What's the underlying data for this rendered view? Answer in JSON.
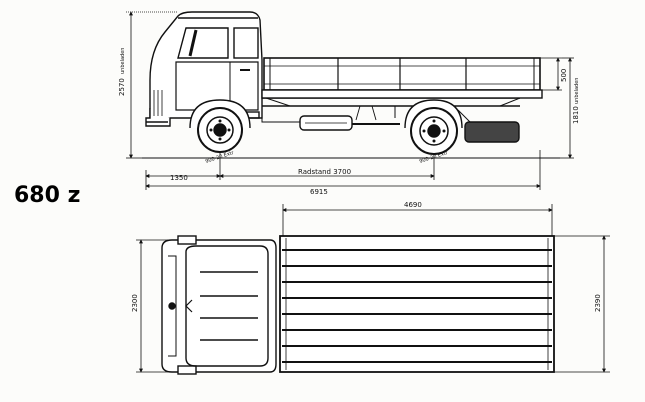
{
  "model": "680 z",
  "side_view": {
    "height_total": "2570",
    "height_note": "unbeladen",
    "side_height": "500",
    "platform_height": "1810",
    "platform_note": "unbeladen",
    "tyre_front": "900-20 Extr",
    "tyre_rear": "900-20 Extr",
    "front_overhang": "1350",
    "wheelbase": "Radstand 3700",
    "overall_length": "6915"
  },
  "top_view": {
    "platform_length": "4690",
    "overall_width": "2300",
    "platform_width": "2390"
  },
  "colors": {
    "ink": "#111111",
    "paper": "#fcfcfa",
    "shade": "#9a9a9a"
  }
}
